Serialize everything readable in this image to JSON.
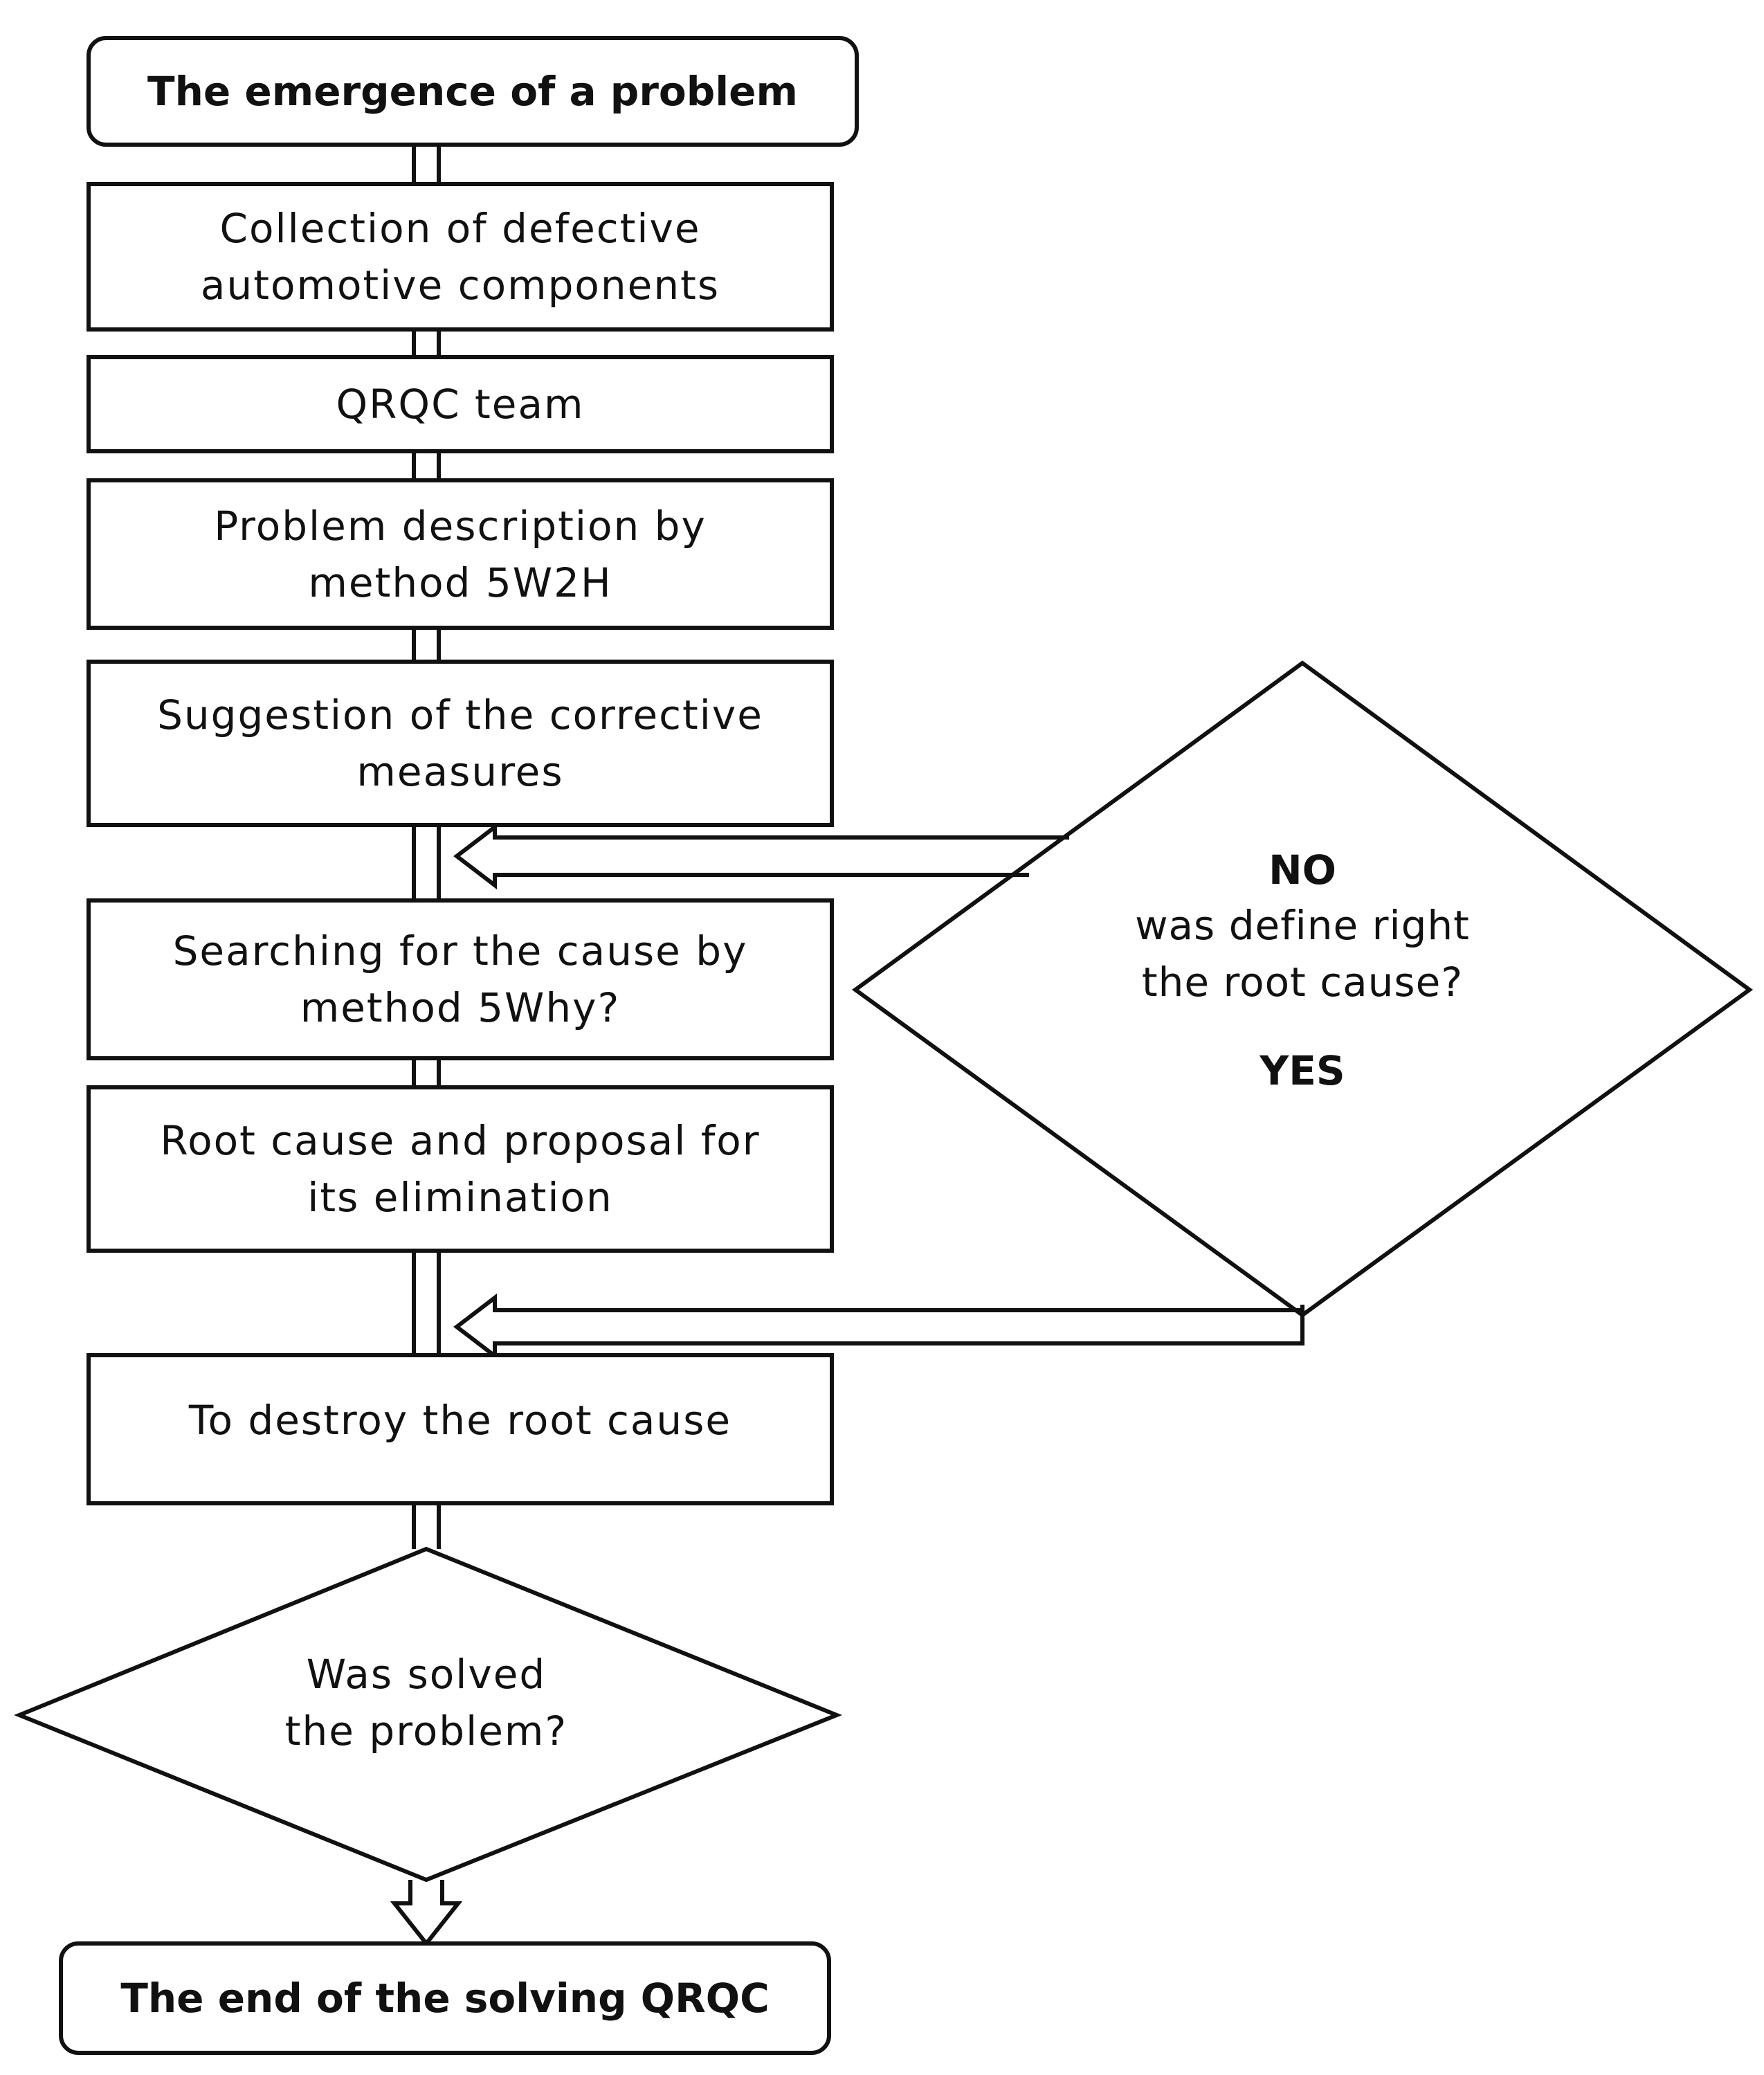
{
  "start": "The emergence of a problem",
  "steps": [
    "Collection of defective\nautomotive components",
    "QRQC team",
    "Problem description by\nmethod 5W2H",
    "Suggestion of the corrective\nmeasures",
    "Searching for the cause by\nmethod 5Why?",
    "Root cause and proposal for\nits elimination",
    "To destroy the root cause"
  ],
  "decision_root_cause": {
    "no_label": "NO",
    "question": "was define right\nthe root cause?",
    "yes_label": "YES"
  },
  "decision_solved": {
    "question": "Was solved\nthe problem?"
  },
  "end": "The end of the solving QRQC",
  "colors": {
    "stroke": "#111111",
    "background": "#ffffff"
  }
}
